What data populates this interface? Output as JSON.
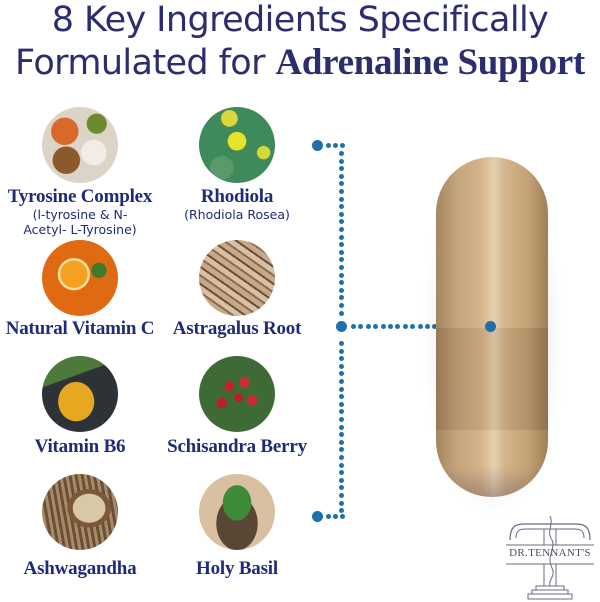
{
  "headline": {
    "line1": "8 Key Ingredients Specifically",
    "line2_regular": "Formulated for ",
    "line2_bold": "Adrenaline Support"
  },
  "ingredients": [
    {
      "name": "Tyrosine Complex",
      "sub_line1": "(l-tyrosine & N-",
      "sub_line2": "Acetyl- L-Tyrosine)",
      "image": "tyrosine-foods-image"
    },
    {
      "name": "Rhodiola",
      "sub_line1": "(Rhodiola Rosea)",
      "image": "rhodiola-plant-image"
    },
    {
      "name": "Natural Vitamin C",
      "image": "orange-image"
    },
    {
      "name": "Astragalus Root",
      "image": "astragalus-root-image"
    },
    {
      "name": "Vitamin B6",
      "image": "powder-spoon-image"
    },
    {
      "name": "Schisandra Berry",
      "image": "red-berries-image"
    },
    {
      "name": "Ashwagandha",
      "image": "ashwagandha-powder-image"
    },
    {
      "name": "Holy Basil",
      "image": "basil-bowl-image"
    }
  ],
  "brand": {
    "logo_text": "DR.TENNANT'S"
  },
  "colors": {
    "title": "#2b2d6e",
    "label": "#1f2a78",
    "connector": "#1d6fae",
    "capsule": "#d3b48c"
  }
}
